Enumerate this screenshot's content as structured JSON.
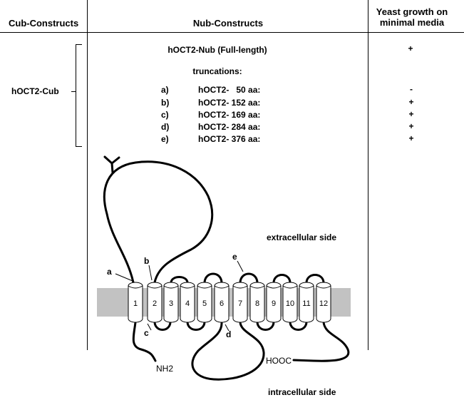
{
  "headers": {
    "cub": "Cub-Constructs",
    "nub": "Nub-Constructs",
    "growth_line1": "Yeast growth on",
    "growth_line2": "minimal media"
  },
  "cub_construct": "hOCT2-Cub",
  "full_length": {
    "label": "hOCT2-Nub (Full-length)",
    "growth": "+"
  },
  "truncations_title": "truncations:",
  "truncations": [
    {
      "letter": "a)",
      "name": "hOCT2-   50 aa:",
      "growth": "-"
    },
    {
      "letter": "b)",
      "name": "hOCT2- 152 aa:",
      "growth": "+"
    },
    {
      "letter": "c)",
      "name": "hOCT2- 169 aa:",
      "growth": "+"
    },
    {
      "letter": "d)",
      "name": "hOCT2- 284 aa:",
      "growth": "+"
    },
    {
      "letter": "e)",
      "name": "hOCT2- 376 aa:",
      "growth": "+"
    }
  ],
  "diagram": {
    "extracellular": "extracellular side",
    "intracellular": "intracellular side",
    "helices": [
      "1",
      "2",
      "3",
      "4",
      "5",
      "6",
      "7",
      "8",
      "9",
      "10",
      "11",
      "12"
    ],
    "markers": [
      "a",
      "b",
      "c",
      "d",
      "e"
    ],
    "n_terminus": "NH2",
    "c_terminus": "HOOC"
  }
}
